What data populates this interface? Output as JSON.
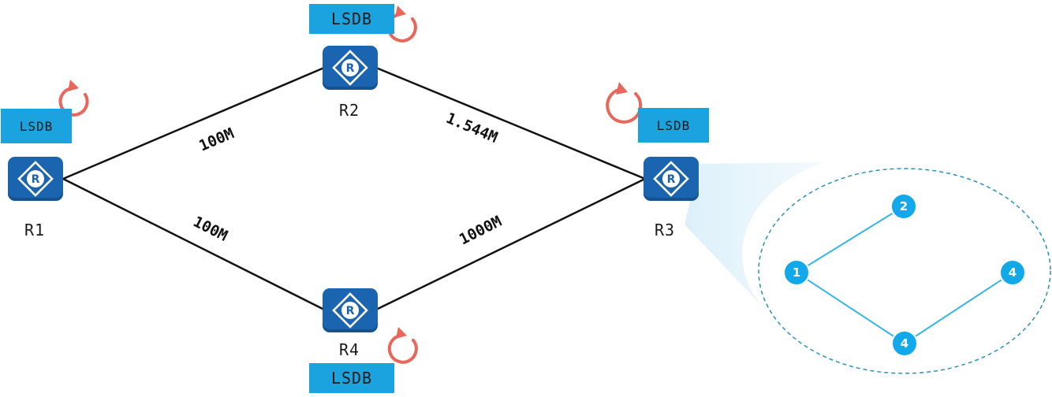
{
  "routers": [
    {
      "id": "r1",
      "label": "R1"
    },
    {
      "id": "r2",
      "label": "R2"
    },
    {
      "id": "r3",
      "label": "R3"
    },
    {
      "id": "r4",
      "label": "R4"
    }
  ],
  "router_icon_letter": "R",
  "lsdb_label": "LSDB",
  "links": [
    {
      "from": "R1",
      "to": "R2",
      "bandwidth": "100M"
    },
    {
      "from": "R2",
      "to": "R3",
      "bandwidth": "1.544M"
    },
    {
      "from": "R1",
      "to": "R4",
      "bandwidth": "100M"
    },
    {
      "from": "R4",
      "to": "R3",
      "bandwidth": "1000M"
    }
  ],
  "spf_tree": {
    "nodes": [
      "1",
      "2",
      "4",
      "4"
    ],
    "edges": [
      [
        "1",
        "2"
      ],
      [
        "1",
        "4"
      ],
      [
        "4",
        "4"
      ]
    ]
  },
  "colors": {
    "router": "#1a64b0",
    "lsdb": "#1aa3df",
    "refresh_arrow": "#e8665a",
    "tree_node": "#12a9ea",
    "tree_edge": "#37b4e6",
    "zoom_outline": "#2a8fbf"
  }
}
